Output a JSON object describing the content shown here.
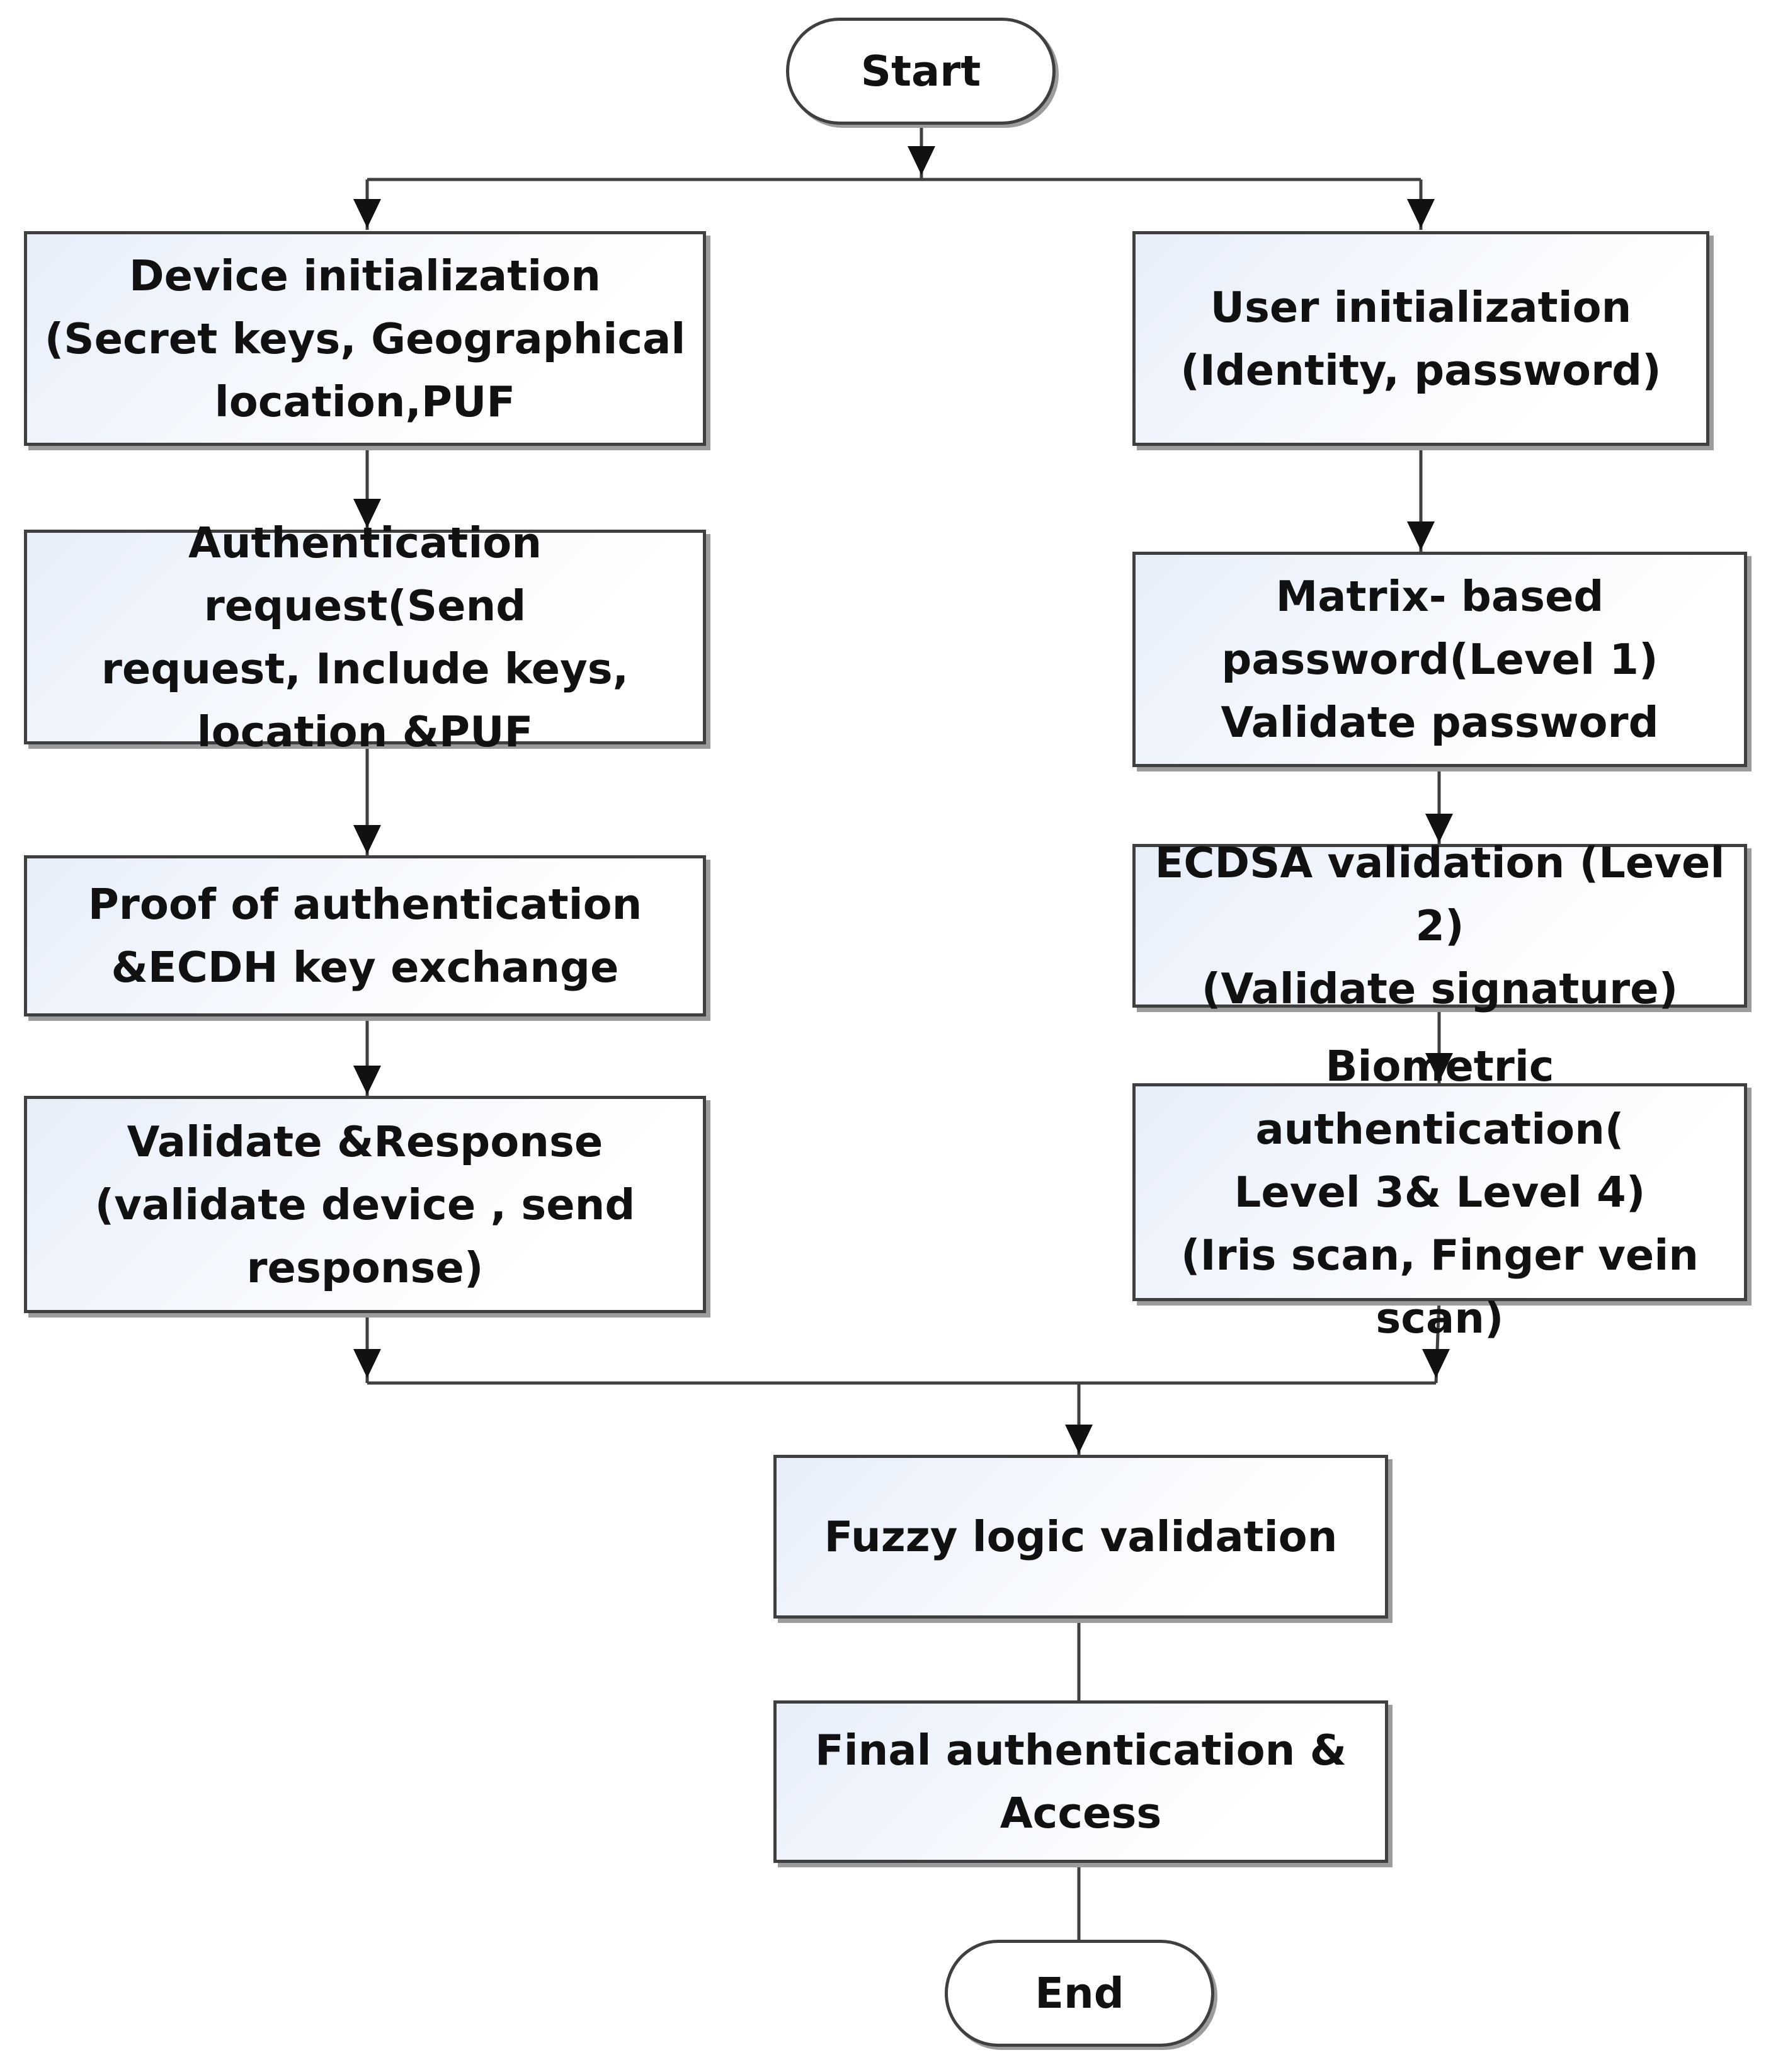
{
  "flowchart": {
    "start": "Start",
    "device_branch": {
      "device_initialization": "Device initialization\n(Secret keys, Geographical\nlocation,PUF",
      "authentication_request": "Authentication request(Send\nrequest, Include keys,\nlocation &PUF",
      "proof_of_authentication": "Proof of authentication\n&ECDH key exchange",
      "validate_response": "Validate &Response\n(validate device , send\nresponse)"
    },
    "user_branch": {
      "user_initialization": "User initialization\n(Identity, password)",
      "matrix_password": "Matrix- based\npassword(Level 1)\nValidate password",
      "ecdsa_validation": "ECDSA validation (Level 2)\n(Validate signature)",
      "biometric_authentication": "Biometric authentication(\nLevel 3& Level 4)\n(Iris scan, Finger vein scan)"
    },
    "fuzzy_logic_validation": "Fuzzy logic validation",
    "final_authentication": "Final authentication &\nAccess",
    "end": "End"
  },
  "colors": {
    "line": "#3f3f3f",
    "box_fill_start": "#e7eefa",
    "box_fill_end": "#ffffff",
    "shadow": "#9c9c9c"
  }
}
